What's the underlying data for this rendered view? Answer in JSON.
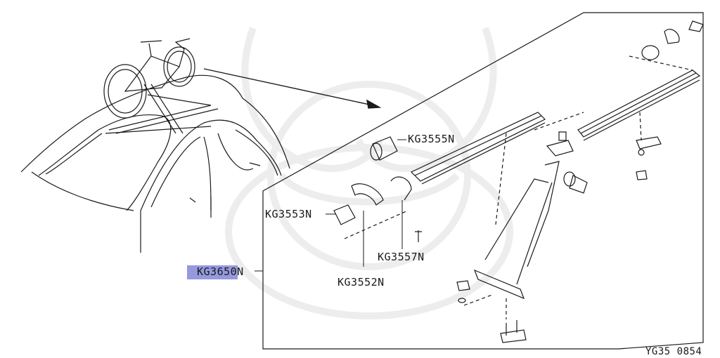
{
  "labels": {
    "kg3555": "KG3555N",
    "kg3553": "KG3553N",
    "kg3557": "KG3557N",
    "kg3552": "KG3552N",
    "kg3650": "KG3650N"
  },
  "figure_code": "YG35 0854",
  "colors": {
    "line": "#1a1a1a",
    "highlight": "#7b7fd6",
    "watermark": "#ececec"
  }
}
